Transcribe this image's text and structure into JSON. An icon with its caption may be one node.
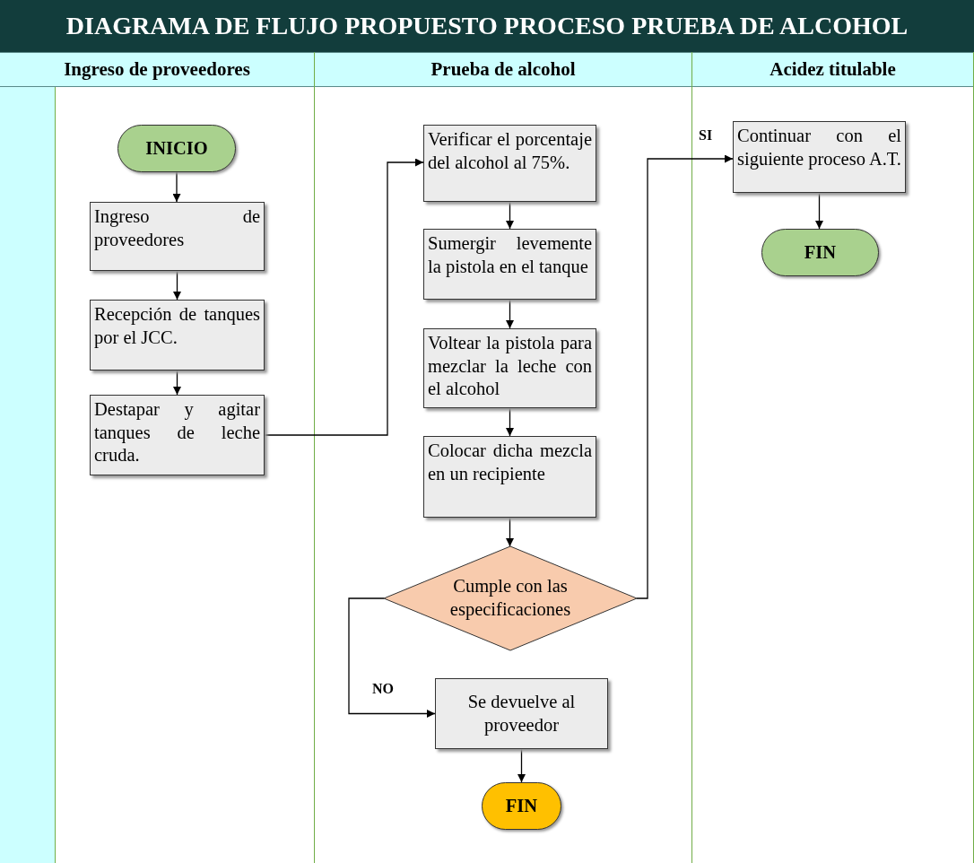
{
  "diagram": {
    "title": "DIAGRAMA DE FLUJO PROPUESTO PROCESO PRUEBA DE ALCOHOL",
    "nodes": [
      {
        "text": [
          "Ingreso de proveedores"
        ]
      },
      {
        "text": [
          "Prueba de alcohol"
        ]
      },
      {
        "text": [
          "Acidez titulable"
        ]
      },
      {
        "text": [
          "INICIO"
        ],
        "in": 0
      },
      {
        "text": [
          "Ingreso de proveedores"
        ],
        "in": 0
      },
      {
        "text": [
          "Recepción de tanques por el JCC."
        ],
        "in": 0
      },
      {
        "text": [
          "Destapar y agitar tanques de leche cruda."
        ],
        "in": 0
      },
      {
        "text": [
          "Verificar el porcentaje del alcohol al 75%."
        ],
        "in": 1
      },
      {
        "text": [
          "Sumergir levemente la pistola en el tanque"
        ],
        "in": 1
      },
      {
        "text": [
          "Voltear la pistola para mezclar la leche con el alcohol"
        ],
        "in": 1
      },
      {
        "text": [
          "Colocar dicha mezcla en un recipiente"
        ],
        "in": 1
      },
      {
        "text": [
          "Cumple con las especificaciones"
        ],
        "in": 1
      },
      {
        "text": [
          "Se devuelve al proveedor"
        ],
        "in": 1
      },
      {
        "text": [
          "FIN"
        ],
        "in": 1
      },
      {
        "text": [
          "Continuar con el siguiente proceso A.T."
        ],
        "in": 2
      },
      {
        "text": [
          "FIN"
        ],
        "in": 2
      },
      {
        "text": [],
        "shape": "bar",
        "in": 0
      }
    ],
    "edges": [
      {
        "from": 3,
        "to": 4,
        "arrow": "to"
      },
      {
        "from": 4,
        "to": 5,
        "arrow": "to"
      },
      {
        "from": 5,
        "to": 6,
        "arrow": "to"
      },
      {
        "from": 6,
        "to": 7,
        "arrow": "to"
      },
      {
        "from": 7,
        "to": 8,
        "arrow": "to"
      },
      {
        "from": 8,
        "to": 9,
        "arrow": "to"
      },
      {
        "from": 9,
        "to": 10,
        "arrow": "to"
      },
      {
        "from": 10,
        "to": 11,
        "arrow": "to"
      },
      {
        "from": 11,
        "to": 14,
        "arrow": "to",
        "label": "SI"
      },
      {
        "from": 11,
        "to": 12,
        "arrow": "to",
        "label": "NO"
      },
      {
        "from": 12,
        "to": 13,
        "arrow": "to"
      },
      {
        "from": 14,
        "to": 15,
        "arrow": "to"
      }
    ]
  }
}
